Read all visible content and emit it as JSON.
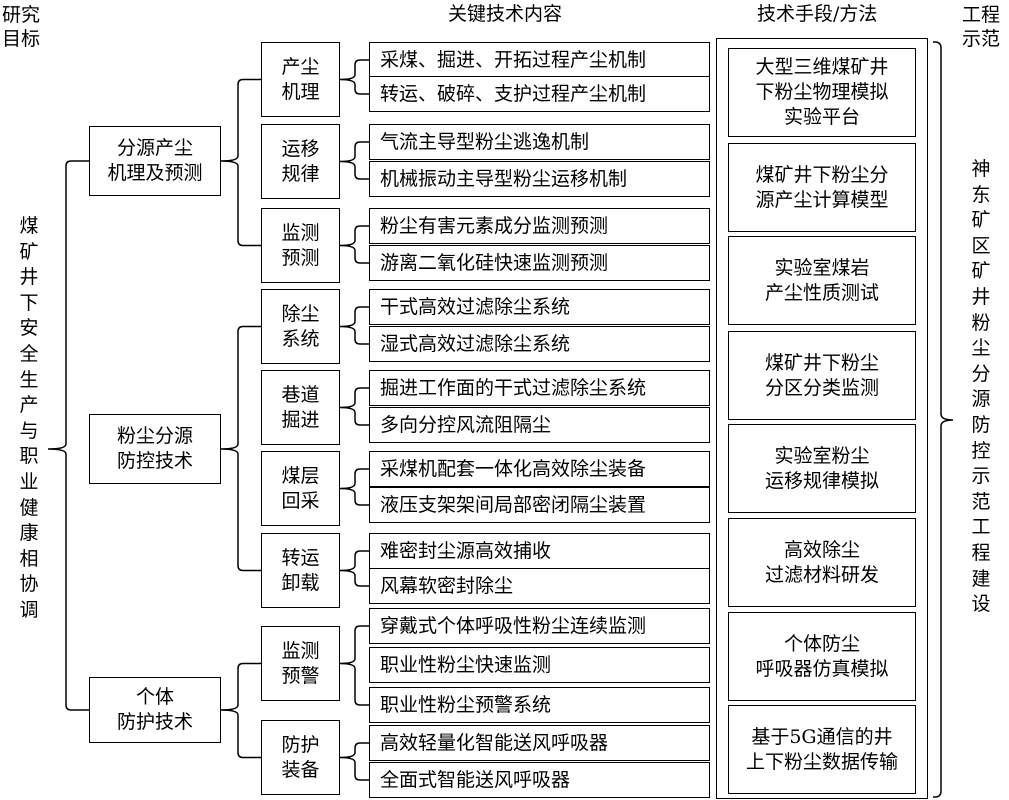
{
  "headers": {
    "goal": "研究\n目标",
    "content": "关键技术内容",
    "method": "技术手段/方法",
    "demo": "工程\n示范"
  },
  "goal_vertical": "煤矿井下安全生产与职业健康相协调",
  "demo_vertical": "神东矿区矿井粉尘分源防控示范工程建设",
  "categories": [
    {
      "label": "分源产尘\n机理及预测",
      "groups": [
        {
          "label": "产尘\n机理",
          "items": [
            "采煤、掘进、开拓过程产尘机制",
            "转运、破碎、支护过程产尘机制"
          ]
        },
        {
          "label": "运移\n规律",
          "items": [
            "气流主导型粉尘逃逸机制",
            "机械振动主导型粉尘运移机制"
          ]
        },
        {
          "label": "监测\n预测",
          "items": [
            "粉尘有害元素成分监测预测",
            "游离二氧化硅快速监测预测"
          ]
        }
      ]
    },
    {
      "label": "粉尘分源\n防控技术",
      "groups": [
        {
          "label": "除尘\n系统",
          "items": [
            "干式高效过滤除尘系统",
            "湿式高效过滤除尘系统"
          ]
        },
        {
          "label": "巷道\n掘进",
          "items": [
            "掘进工作面的干式过滤除尘系统",
            "多向分控风流阻隔尘"
          ]
        },
        {
          "label": "煤层\n回采",
          "items": [
            "采煤机配套一体化高效除尘装备",
            "液压支架架间局部密闭隔尘装置"
          ]
        },
        {
          "label": "转运\n卸载",
          "items": [
            "难密封尘源高效捕收",
            "风幕软密封除尘"
          ]
        }
      ]
    },
    {
      "label": "个体\n防护技术",
      "groups": [
        {
          "label": "监测\n预警",
          "items": [
            "穿戴式个体呼吸性粉尘连续监测",
            "职业性粉尘快速监测",
            "职业性粉尘预警系统"
          ]
        },
        {
          "label": "防护\n装备",
          "items": [
            "高效轻量化智能送风呼吸器",
            "全面式智能送风呼吸器"
          ]
        }
      ]
    }
  ],
  "methods": [
    "大型三维煤矿井\n下粉尘物理模拟\n实验平台",
    "煤矿井下粉尘分\n源产尘计算模型",
    "实验室煤岩\n产尘性质测试",
    "煤矿井下粉尘\n分区分类监测",
    "实验室粉尘\n运移规律模拟",
    "高效除尘\n过滤材料研发",
    "个体防尘\n呼吸器仿真模拟",
    "基于5G通信的井\n上下粉尘数据传输"
  ]
}
